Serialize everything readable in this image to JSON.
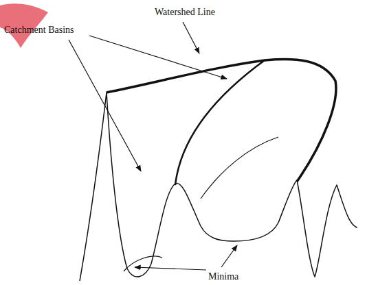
{
  "diagram": {
    "labels": [
      "Watershed Line",
      "Catchment Basins",
      "Minima"
    ]
  }
}
